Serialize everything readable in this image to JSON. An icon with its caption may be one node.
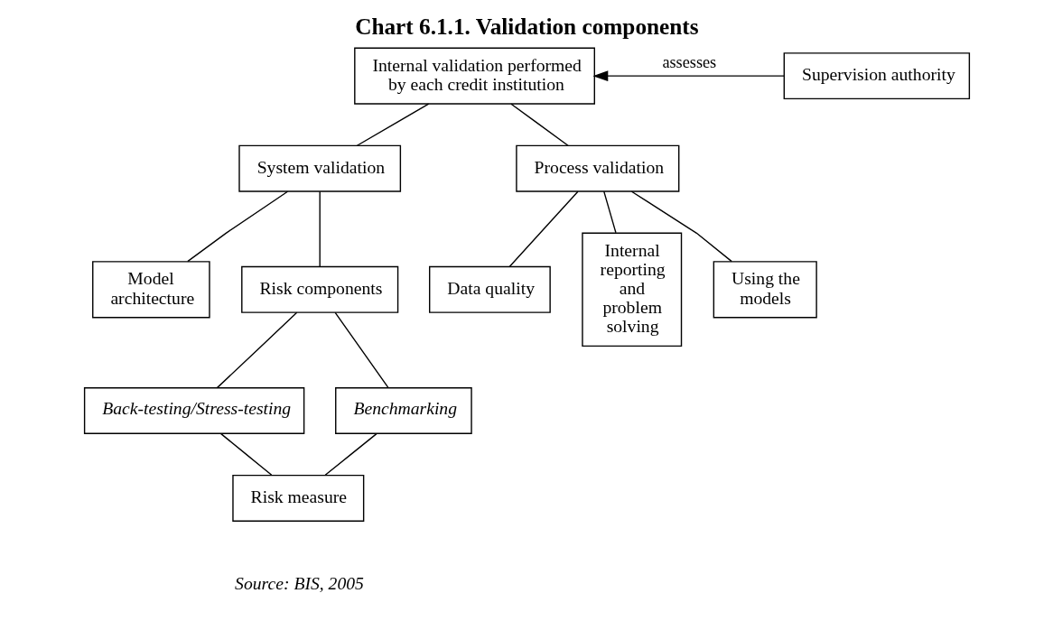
{
  "diagram": {
    "title": "Chart 6.1.1. Validation components",
    "caption": "Source: BIS, 2005",
    "nodes": [
      {
        "text": [
          "Internal validation performed by each credit institution"
        ]
      },
      {
        "text": [
          "Supervision authority"
        ]
      },
      {
        "text": [
          "System validation"
        ]
      },
      {
        "text": [
          "Process validation"
        ]
      },
      {
        "text": [
          "Model architecture"
        ]
      },
      {
        "text": [
          "Risk components"
        ]
      },
      {
        "text": [
          "Back-testing/Stress-testing"
        ]
      },
      {
        "text": [
          "Benchmarking"
        ]
      },
      {
        "text": [
          "Risk measure"
        ]
      },
      {
        "text": [
          "Data quality"
        ]
      },
      {
        "text": [
          "Internal reporting and problem solving"
        ]
      },
      {
        "text": [
          "Using the models"
        ]
      }
    ],
    "edges": [
      {
        "from": 1,
        "to": 0,
        "arrow": "to",
        "label": "assesses"
      },
      {
        "from": 0,
        "to": 2,
        "arrow": "none"
      },
      {
        "from": 0,
        "to": 3,
        "arrow": "none"
      },
      {
        "from": 2,
        "to": 4,
        "arrow": "none"
      },
      {
        "from": 2,
        "to": 5,
        "arrow": "none"
      },
      {
        "from": 5,
        "to": 6,
        "arrow": "none"
      },
      {
        "from": 5,
        "to": 7,
        "arrow": "none"
      },
      {
        "from": 6,
        "to": 8,
        "arrow": "none"
      },
      {
        "from": 7,
        "to": 8,
        "arrow": "none"
      },
      {
        "from": 3,
        "to": 9,
        "arrow": "none"
      },
      {
        "from": 3,
        "to": 10,
        "arrow": "none"
      },
      {
        "from": 3,
        "to": 11,
        "arrow": "none"
      }
    ]
  }
}
